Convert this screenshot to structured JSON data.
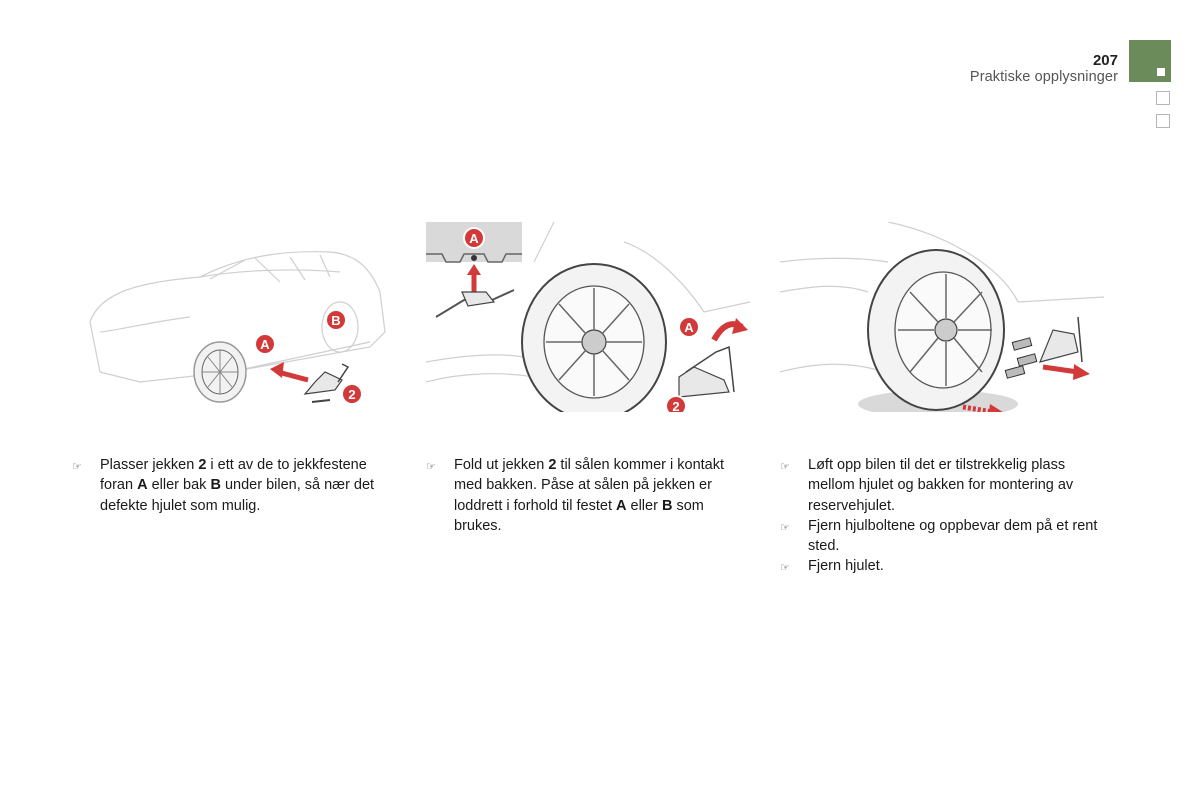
{
  "header": {
    "page_number": "207",
    "section_title": "Praktiske opplysninger"
  },
  "figures": {
    "labels": {
      "a": "A",
      "b": "B",
      "jack": "2"
    }
  },
  "columns": [
    {
      "steps": [
        {
          "parts": [
            "Plasser jekken ",
            "2",
            " i ett av de to jekkfestene foran ",
            "A",
            " eller bak ",
            "B",
            " under bilen, så nær det defekte hjulet som mulig."
          ]
        }
      ]
    },
    {
      "steps": [
        {
          "parts": [
            "Fold ut jekken ",
            "2",
            " til sålen kommer i kontakt med bakken. Påse at sålen på jekken er loddrett i forhold til festet ",
            "A",
            " eller ",
            "B",
            " som brukes."
          ]
        }
      ]
    },
    {
      "steps": [
        {
          "parts": [
            "Løft opp bilen til det er tilstrekkelig plass mellom hjulet og bakken for montering av reservehjulet."
          ]
        },
        {
          "parts": [
            "Fjern hjulboltene og oppbevar dem på et rent sted."
          ]
        },
        {
          "parts": [
            "Fjern hjulet."
          ]
        }
      ]
    }
  ]
}
